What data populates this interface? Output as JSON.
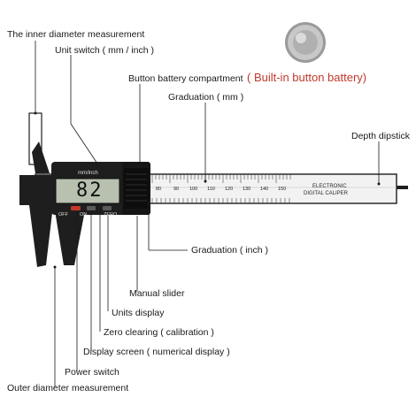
{
  "callouts": {
    "inner_diameter": "The inner diameter measurement",
    "unit_switch": "Unit switch ( mm / inch )",
    "battery_compartment": "Button battery compartment",
    "built_in_battery": "( Built-in button battery)",
    "graduation_mm": "Graduation ( mm )",
    "depth_dipstick": "Depth dipstick",
    "graduation_inch": "Graduation ( inch )",
    "manual_slider": "Manual slider",
    "units_display": "Units display",
    "zero_clearing": "Zero clearing ( calibration )",
    "display_screen": "Display screen ( numerical display )",
    "power_switch": "Power switch",
    "outer_diameter": "Outer diameter measurement"
  },
  "device": {
    "lcd_reading": "82",
    "lcd_unit_label": "mm/inch",
    "button_off": "OFF",
    "button_on": "ON",
    "button_zero": "ZERO",
    "beam_label_line1": "ELECTRONIC",
    "beam_label_line2": "DIGITAL CALIPER",
    "scale_numbers": [
      "80",
      "90",
      "100",
      "110",
      "120",
      "130",
      "140",
      "150"
    ]
  },
  "colors": {
    "body_black": "#1e1e1e",
    "beam_white": "#f2f2f2",
    "lcd_bg": "#b8c0b0",
    "red_button": "#c0392b",
    "accent_red_text": "#c0392b"
  }
}
